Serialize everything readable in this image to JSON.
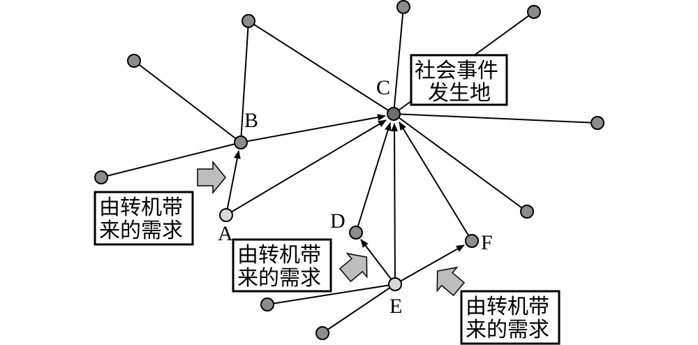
{
  "nodes": {
    "A": {
      "label": "A"
    },
    "B": {
      "label": "B"
    },
    "C": {
      "label": "C"
    },
    "D": {
      "label": "D"
    },
    "E": {
      "label": "E"
    },
    "F": {
      "label": "F"
    }
  },
  "boxes": {
    "event_site": {
      "line1": "社会事件",
      "line2": "发生地"
    },
    "demand_left": {
      "line1": "由转机带",
      "line2": "来的需求"
    },
    "demand_center": {
      "line1": "由转机带",
      "line2": "来的需求"
    },
    "demand_right": {
      "line1": "由转机带",
      "line2": "来的需求"
    }
  },
  "colors": {
    "stroke": "#000000",
    "peripheral_node": "#8c8c8c",
    "hub_node": "#6e6e6e",
    "light_node": "#d9d9d9",
    "block_arrow": "#bdbdbd"
  }
}
